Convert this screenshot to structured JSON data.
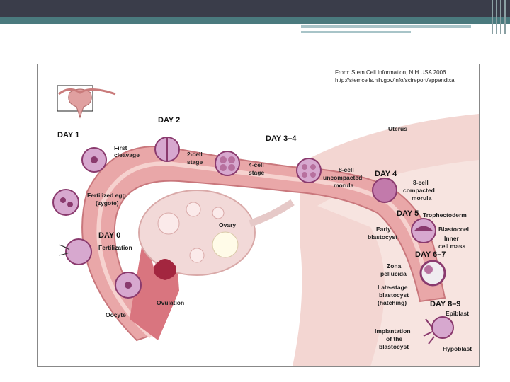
{
  "source": {
    "line1": "From: Stem Cell Information, NIH USA 2006",
    "line2": "http://stemcells.nih.gov/info/scireport/appendixa"
  },
  "days": {
    "day1": "DAY 1",
    "day2": "DAY 2",
    "day34": "DAY 3–4",
    "day4": "DAY 4",
    "day5": "DAY 5",
    "day67": "DAY 6–7",
    "day89": "DAY 8–9",
    "day0": "DAY 0"
  },
  "labels": {
    "uterus": "Uterus",
    "first_cleavage_1": "First",
    "first_cleavage_2": "cleavage",
    "two_cell_1": "2-cell",
    "two_cell_2": "stage",
    "four_cell_1": "4-cell",
    "four_cell_2": "stage",
    "eight_unc_1": "8-cell",
    "eight_unc_2": "uncompacted",
    "eight_unc_3": "morula",
    "eight_comp_1": "8-cell",
    "eight_comp_2": "compacted",
    "eight_comp_3": "morula",
    "zygote_1": "Fertilized egg",
    "zygote_2": "(zygote)",
    "ovary": "Ovary",
    "fertilization": "Fertilization",
    "trophectoderm": "Trophectoderm",
    "early_blast_1": "Early",
    "early_blast_2": "blastocyst",
    "blastocoel": "Blastocoel",
    "icm_1": "Inner",
    "icm_2": "cell mass",
    "zona_1": "Zona",
    "zona_2": "pellucida",
    "late_1": "Late-stage",
    "late_2": "blastocyst",
    "late_3": "(hatching)",
    "epiblast": "Epiblast",
    "ovulation": "Ovulation",
    "oocyte": "Oocyte",
    "implant_1": "Implantation",
    "implant_2": "of the",
    "implant_3": "blastocyst",
    "hypoblast": "Hypoblast"
  },
  "colors": {
    "tube": "#e9a7a8",
    "tube_dark": "#c9777c",
    "uterus": "#f3d6d2",
    "cell": "#8a3a6e",
    "cell_light": "#d7a8cf",
    "ovary": "#f2d9d8"
  }
}
